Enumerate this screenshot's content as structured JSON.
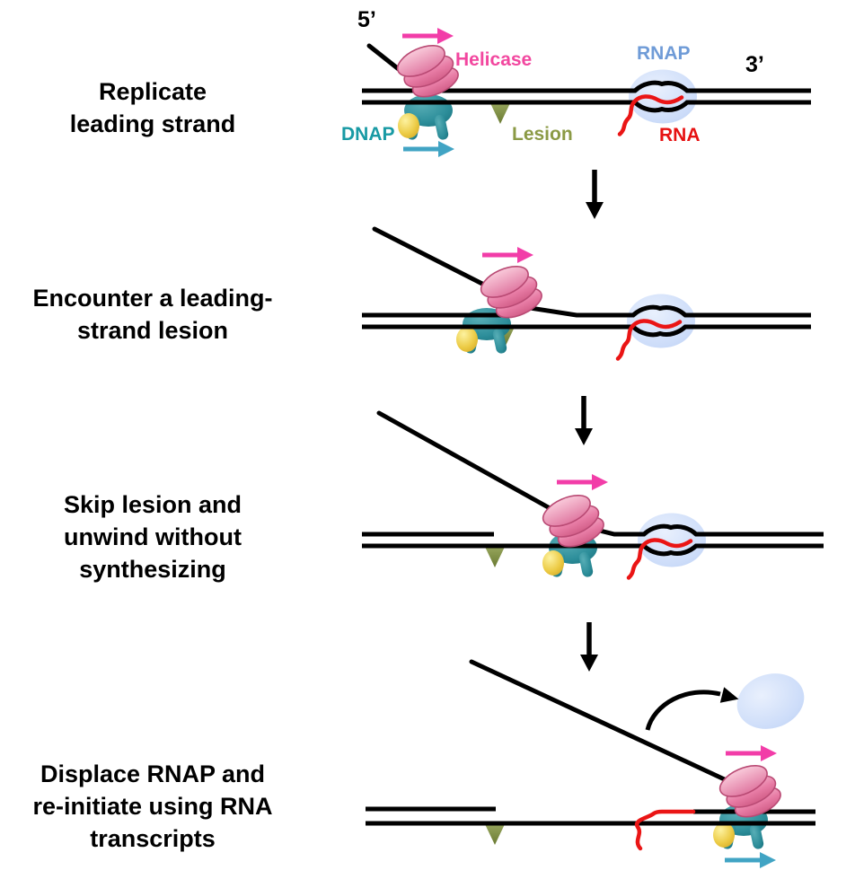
{
  "figure": {
    "steps": [
      {
        "title": "Replicate\nleading strand"
      },
      {
        "title": "Encounter a leading-\nstrand lesion"
      },
      {
        "title": "Skip lesion and\nunwind without\nsynthesizing"
      },
      {
        "title": "Displace RNAP and\nre-initiate using RNA\ntranscripts"
      }
    ],
    "strand_end_labels": {
      "five_prime": "5’",
      "three_prime": "3’"
    },
    "molecule_labels": {
      "helicase": "Helicase",
      "rnap": "RNAP",
      "dnap": "DNAP",
      "lesion": "Lesion",
      "rna": "RNA"
    },
    "colors": {
      "helicase_label": "#f2479f",
      "rnap_label": "#6f9bd7",
      "dnap_label": "#189aa4",
      "lesion_label": "#8b9a45",
      "rna_label": "#e61111",
      "magenta_arrow": "#f23da8",
      "teal_arrow": "#41a4c4",
      "rna_red": "#ea1515",
      "strand_black": "#000000",
      "helicase_pink": "#e87da6",
      "dnap_teal": "#2d8e9a",
      "rnap_blue": "#ccdcf9",
      "lesion_olive": "#84954a",
      "clamp_yellow": "#eccb45"
    }
  }
}
